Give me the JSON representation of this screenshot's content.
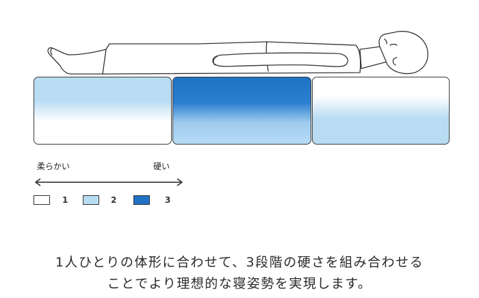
{
  "legend": {
    "soft_label": "柔らかい",
    "hard_label": "硬い",
    "levels": [
      {
        "number": "1",
        "color": "#ffffff"
      },
      {
        "number": "2",
        "color": "#b9dcf3"
      },
      {
        "number": "3",
        "color": "#1f72c4"
      }
    ]
  },
  "mattress": {
    "blocks": [
      {
        "level": 1,
        "gradient": "light-blue top to white bottom"
      },
      {
        "level": 3,
        "gradient": "dark blue top to light blue bottom"
      },
      {
        "level": 2,
        "gradient": "white top to light blue bottom"
      }
    ]
  },
  "caption": {
    "line1": "1人ひとりの体形に合わせて、3段階の硬さを組み合わせる",
    "line2": "ことでより理想的な寝姿勢を実現します。"
  },
  "icons": [
    "lying-person-illustration",
    "double-arrow-icon"
  ]
}
